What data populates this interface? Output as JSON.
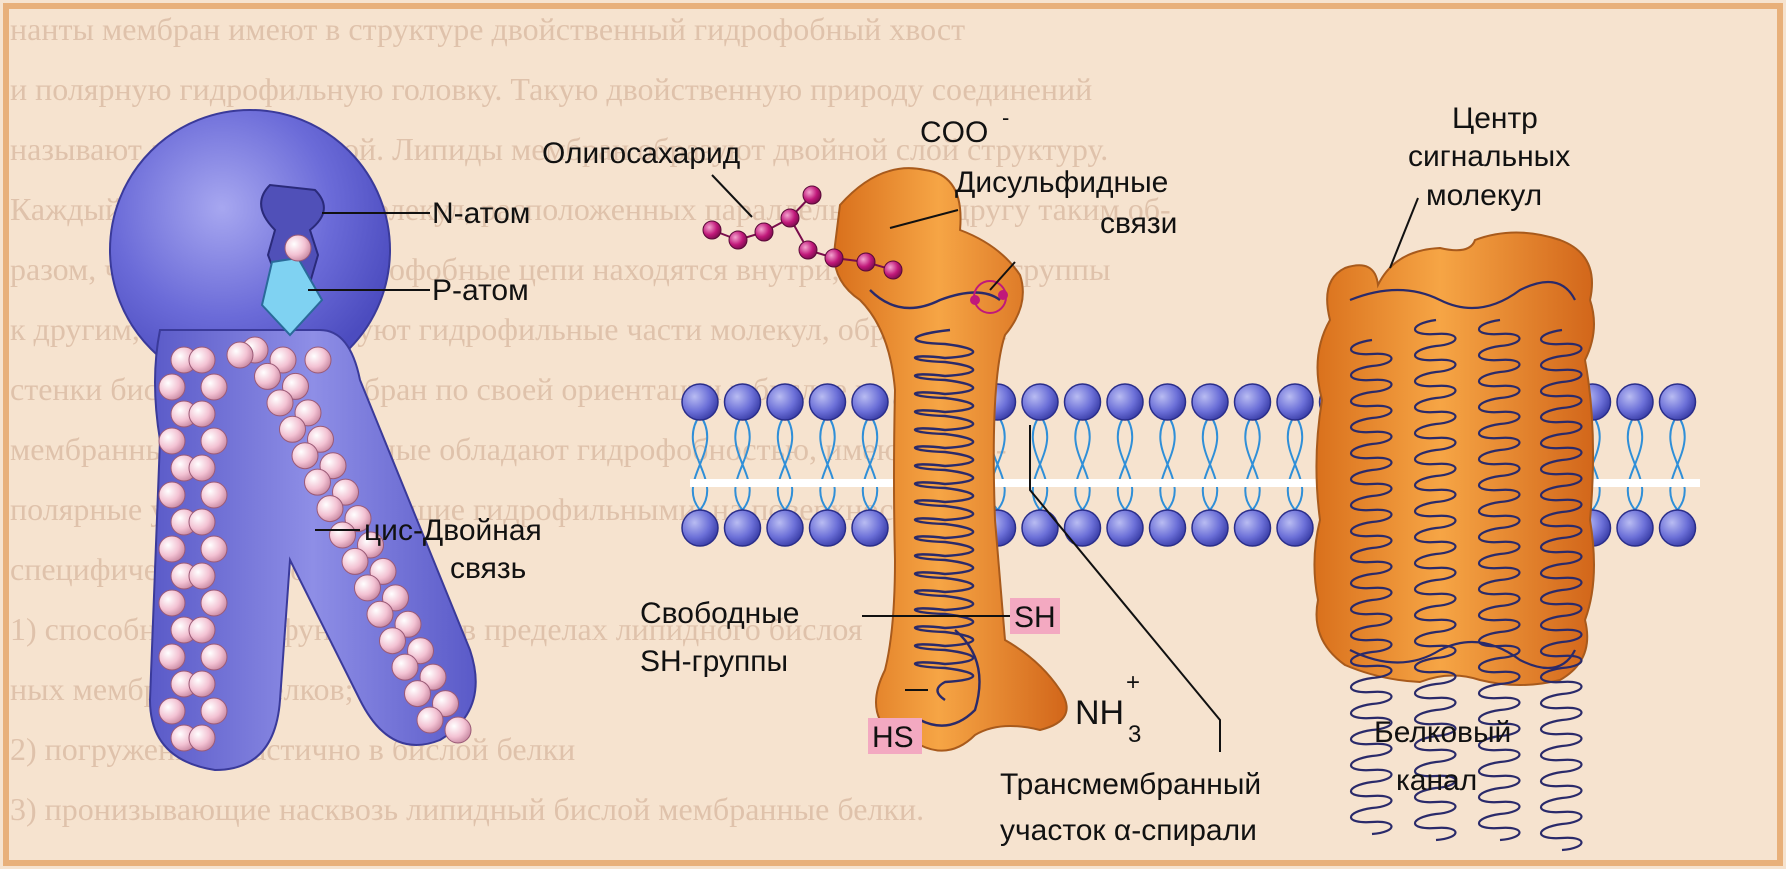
{
  "labels": {
    "n_atom": "N-атом",
    "p_atom": "Р-атом",
    "cis_line1": "цис-Двойная",
    "cis_line2": "связь",
    "oligo": "Олигосахарид",
    "coo": "COO",
    "coo_charge": "-",
    "disulfide_line1": "Дисульфидные",
    "disulfide_line2": "связи",
    "center_line1": "Центр",
    "center_line2": "сигнальных",
    "center_line3": "молекул",
    "free_sh_line1": "Свободные",
    "free_sh_line2": "SH-группы",
    "sh": "SH",
    "hs": "HS",
    "nh": "NH",
    "nh_sub": "3",
    "nh_sup": "+",
    "transmem_line1": "Трансмембранный",
    "transmem_line2": "участок α-спирали",
    "channel_line1": "Белковый",
    "channel_line2": "канал"
  },
  "background_text": [
    "нанты мембран имеют в структуре двойственный гидрофобный хвост",
    "и полярную гидрофильную головку. Такую двойственную природу соединений",
    "называют амфипатической. Липиды мембран образуют двойной слой структуру.",
    "Каждый слой состоит из молекул, расположенных параллельно друг другу таким об-",
    "разом, что их длинные гидрофобные цепи находятся внутри, а полярные группы",
    "к другим, и взаимодействуют гидрофильные части молекул, образующие",
    "стенки бислоя. Белки мембран по своей ориентации в бислое и",
    "мембранные белки, способные обладают гидрофобностью, имеющие не-",
    "полярные участки, выступающие гидрофильными, на поверхности би-",
    "специфические способом:",
    "1) способность диффундировать в пределах липидного бислоя",
    "ных мембранных белков;",
    "2) погруженные частично в бислой белки",
    "3) пронизывающие насквозь липидный бислой мембранные белки."
  ],
  "colors": {
    "background": "#f6e3cf",
    "lipid_head": "#4b4fc4",
    "lipid_tail": "#2f6fd0",
    "protein": "#e88a2a",
    "protein_dark": "#c2651a",
    "helix": "#2a2a6a",
    "sugar": "#c0187a",
    "pink_bead": "#f4c6d6",
    "highlight": "#f3a9c1"
  }
}
